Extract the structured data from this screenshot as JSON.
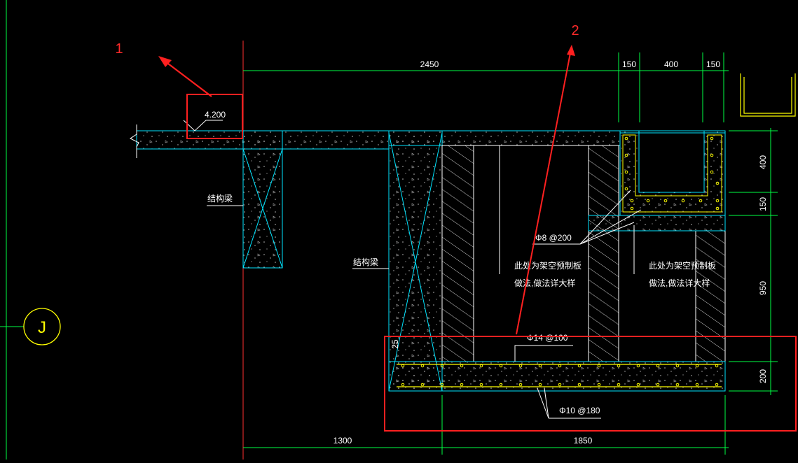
{
  "colors": {
    "background": "#000000",
    "concrete_outline": "#00e5ff",
    "dimension": "#00ff44",
    "annotation": "#ffffff",
    "highlight": "#ff2020",
    "rebar": "#ffff00",
    "hatch": "#ffffff",
    "grid_bubble": "#ffff00"
  },
  "markers": {
    "marker_1": "1",
    "marker_2": "2"
  },
  "elevation": "4.200",
  "grid_label": "J",
  "labels": {
    "beam_left": "结构梁",
    "beam_mid": "结构梁",
    "void_slab_left_1": "此处为架空预制板",
    "void_slab_left_2": "做法,做法详大样",
    "void_slab_right_1": "此处为架空预制板",
    "void_slab_right_2": "做法,做法详大样"
  },
  "rebar_labels": {
    "upper": "Φ8 @200",
    "bottom_top": "Φ14 @100",
    "bottom_main": "Φ10 @180",
    "slope": "25"
  },
  "dimensions": {
    "top_total": "2450",
    "top_a": "150",
    "top_b": "400",
    "top_c": "150",
    "right_a": "400",
    "right_b": "150",
    "right_c": "950",
    "right_d": "200",
    "bottom_a": "1300",
    "bottom_b": "1850"
  }
}
